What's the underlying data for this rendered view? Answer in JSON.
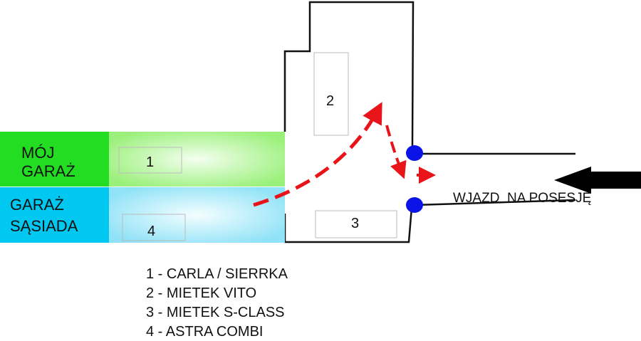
{
  "garages": {
    "mine": {
      "label_line1": "MÓJ",
      "label_line2": "GARAŻ",
      "color": "#22dd22"
    },
    "neighbor": {
      "label_line1": "GARAŻ",
      "label_line2": "SĄSIADA",
      "color": "#00c8f0"
    }
  },
  "cars": [
    {
      "number": "1"
    },
    {
      "number": "2"
    },
    {
      "number": "3"
    },
    {
      "number": "4"
    }
  ],
  "entrance_label": "WJAZD  NA POSESJĘ",
  "legend": [
    "1 - CARLA / SIERRKA",
    "2 - MIETEK VITO",
    "3 - MIETEK S-CLASS",
    "4 - ASTRA COMBI"
  ],
  "colors": {
    "path": "#e8141a",
    "gate_post": "#0a14e6",
    "outline": "#111111"
  }
}
